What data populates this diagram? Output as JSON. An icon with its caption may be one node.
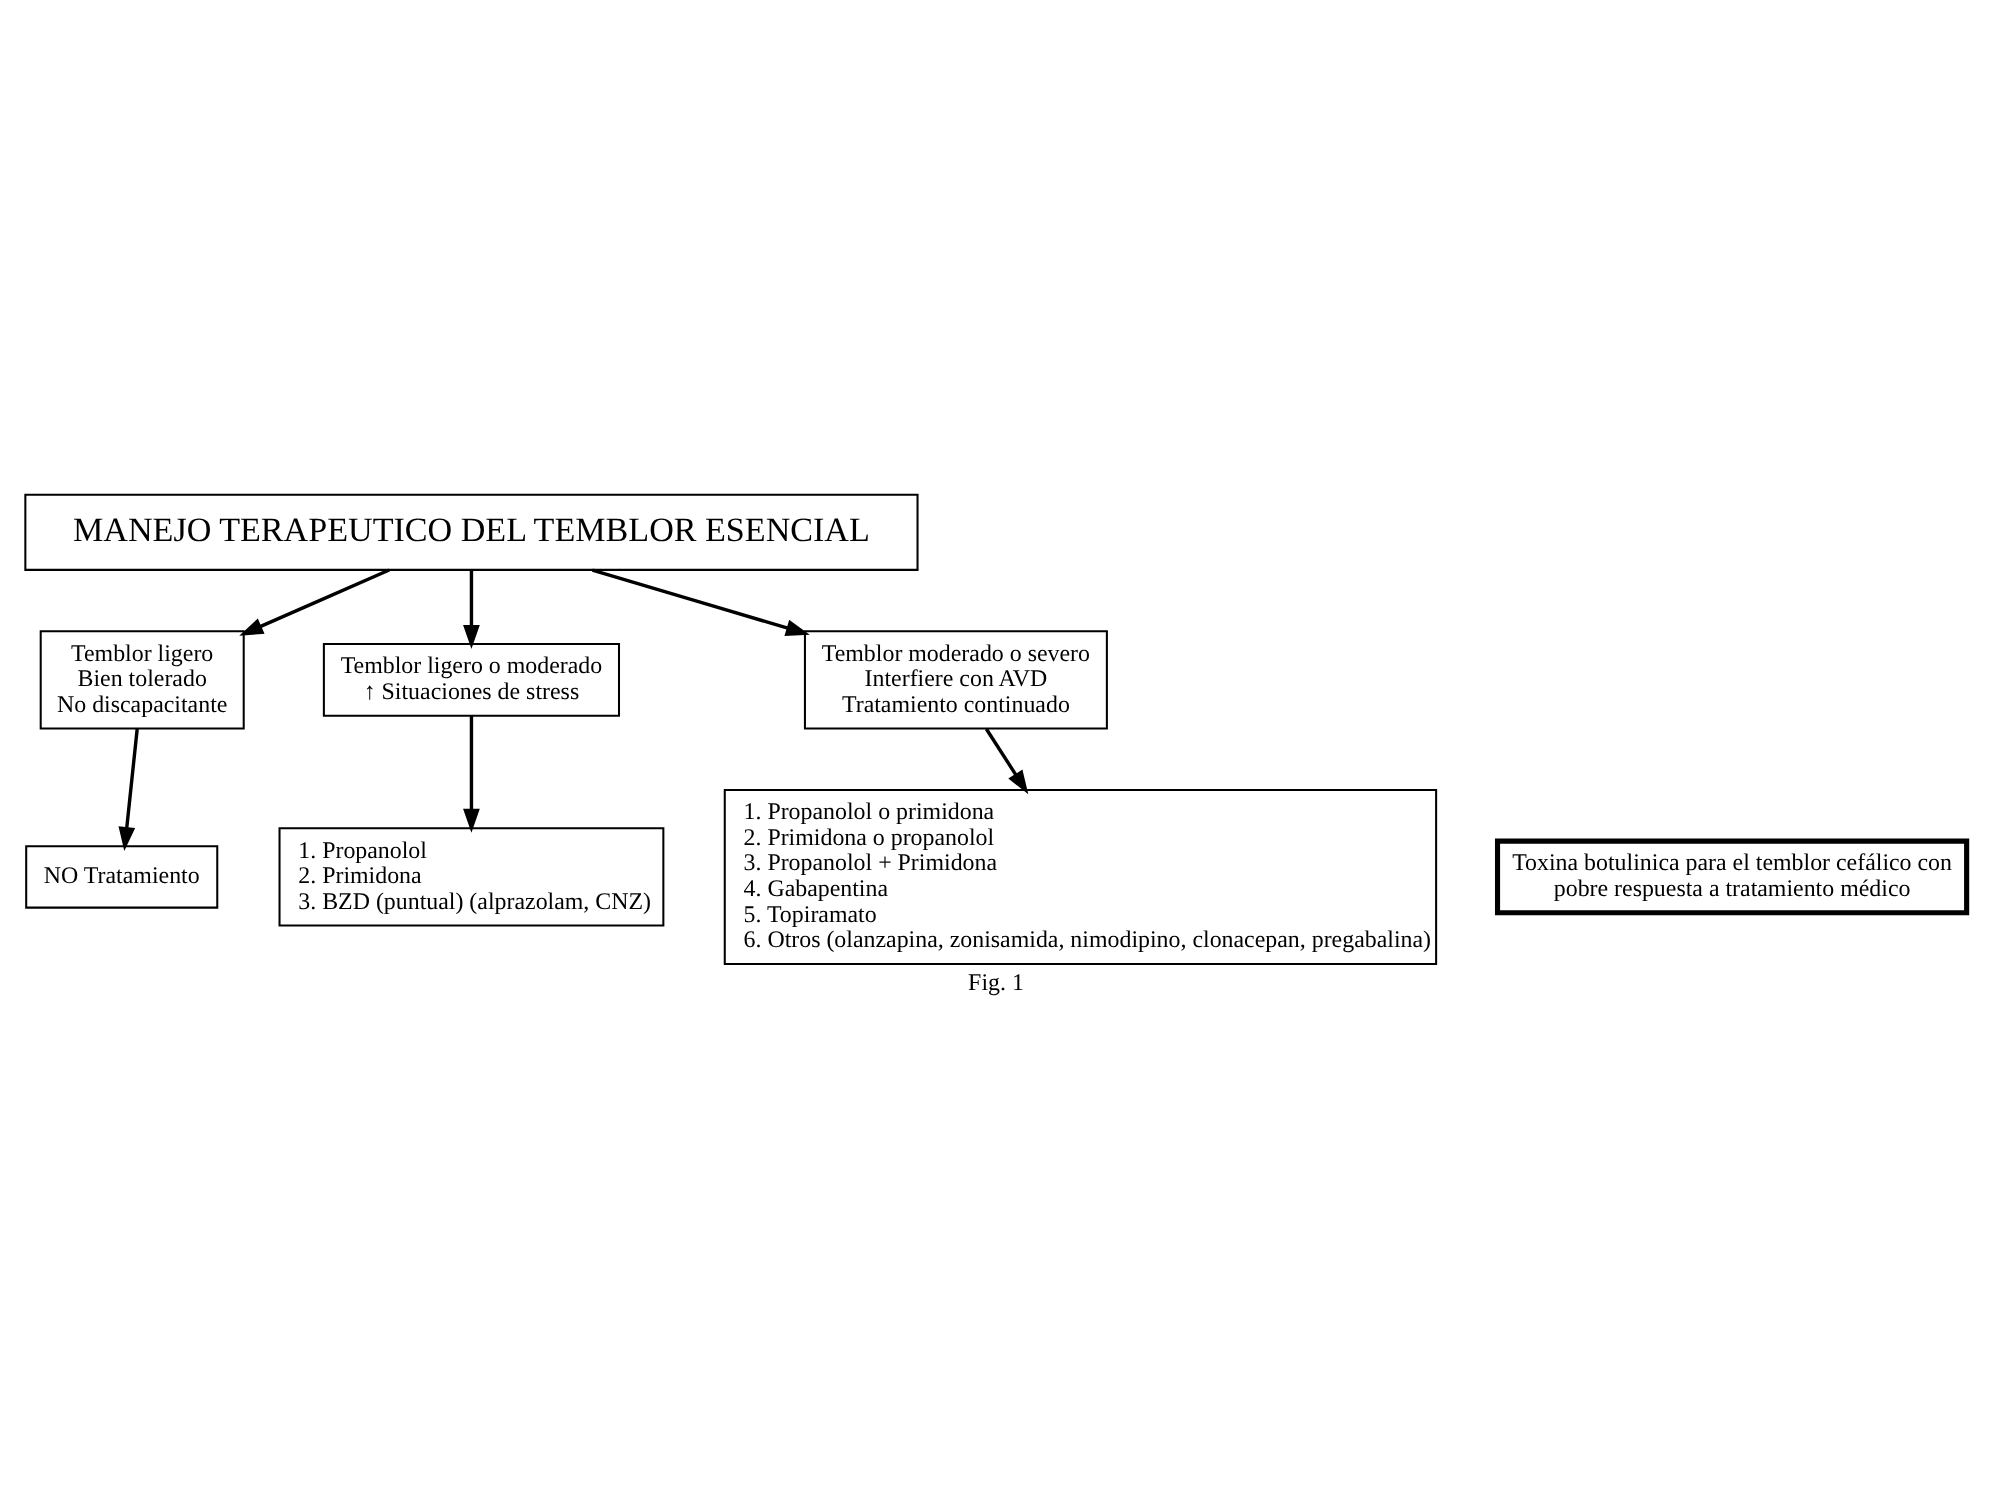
{
  "diagram": {
    "caption": "Fig. 1",
    "nodes": [
      {
        "text": [
          "MANEJO TERAPEUTICO DEL TEMBLOR ESENCIAL"
        ]
      },
      {
        "text": [
          "Temblor ligero",
          "Bien tolerado",
          "No discapacitante"
        ]
      },
      {
        "text": [
          "Temblor ligero o moderado",
          "↑ Situaciones de stress"
        ]
      },
      {
        "text": [
          "Temblor moderado o severo",
          "Interfiere con AVD",
          "Tratamiento continuado"
        ]
      },
      {
        "text": [
          "NO Tratamiento"
        ]
      },
      {
        "text": [
          "1. Propanolol",
          "2. Primidona",
          "3. BZD (puntual) (alprazolam, CNZ)"
        ]
      },
      {
        "text": [
          "1. Propanolol o primidona",
          "2. Primidona o propanolol",
          "3. Propanolol + Primidona",
          "4. Gabapentina",
          "5. Topiramato",
          "6. Otros (olanzapina, zonisamida, nimodipino, clonacepan, pregabalina)"
        ]
      },
      {
        "text": [
          "Toxina botulinica para el temblor cefálico con pobre respuesta a tratamiento médico"
        ]
      }
    ],
    "edges": [
      {
        "from": 0,
        "to": 1,
        "arrow": "to"
      },
      {
        "from": 0,
        "to": 2,
        "arrow": "to"
      },
      {
        "from": 0,
        "to": 3,
        "arrow": "to"
      },
      {
        "from": 1,
        "to": 4,
        "arrow": "to"
      },
      {
        "from": 2,
        "to": 5,
        "arrow": "to"
      },
      {
        "from": 3,
        "to": 6,
        "arrow": "to"
      }
    ]
  }
}
